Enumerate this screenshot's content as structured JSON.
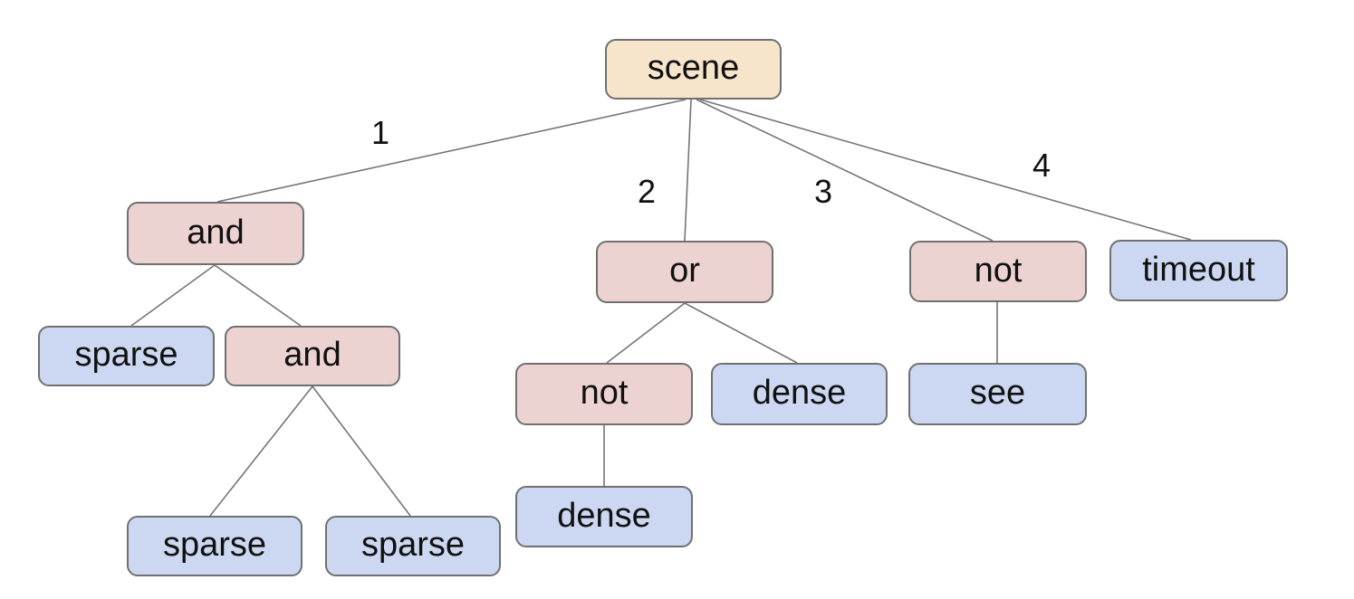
{
  "colors": {
    "background": "#ffffff",
    "root_fill": "#f6e5cb",
    "operator_fill": "#edd2d2",
    "leaf_fill": "#ccd8f1",
    "node_border": "#707070",
    "edge_line": "#757575",
    "text": "#111111"
  },
  "tree": {
    "label": "scene",
    "type": "root",
    "children": [
      {
        "edge_label": "1",
        "label": "and",
        "type": "operator",
        "children": [
          {
            "label": "sparse",
            "type": "leaf"
          },
          {
            "label": "and",
            "type": "operator",
            "children": [
              {
                "label": "sparse",
                "type": "leaf"
              },
              {
                "label": "sparse",
                "type": "leaf"
              }
            ]
          }
        ]
      },
      {
        "edge_label": "2",
        "label": "or",
        "type": "operator",
        "children": [
          {
            "label": "not",
            "type": "operator",
            "children": [
              {
                "label": "dense",
                "type": "leaf"
              }
            ]
          },
          {
            "label": "dense",
            "type": "leaf"
          }
        ]
      },
      {
        "edge_label": "3",
        "label": "not",
        "type": "operator",
        "children": [
          {
            "label": "see",
            "type": "leaf"
          }
        ]
      },
      {
        "edge_label": "4",
        "label": "timeout",
        "type": "leaf"
      }
    ]
  }
}
